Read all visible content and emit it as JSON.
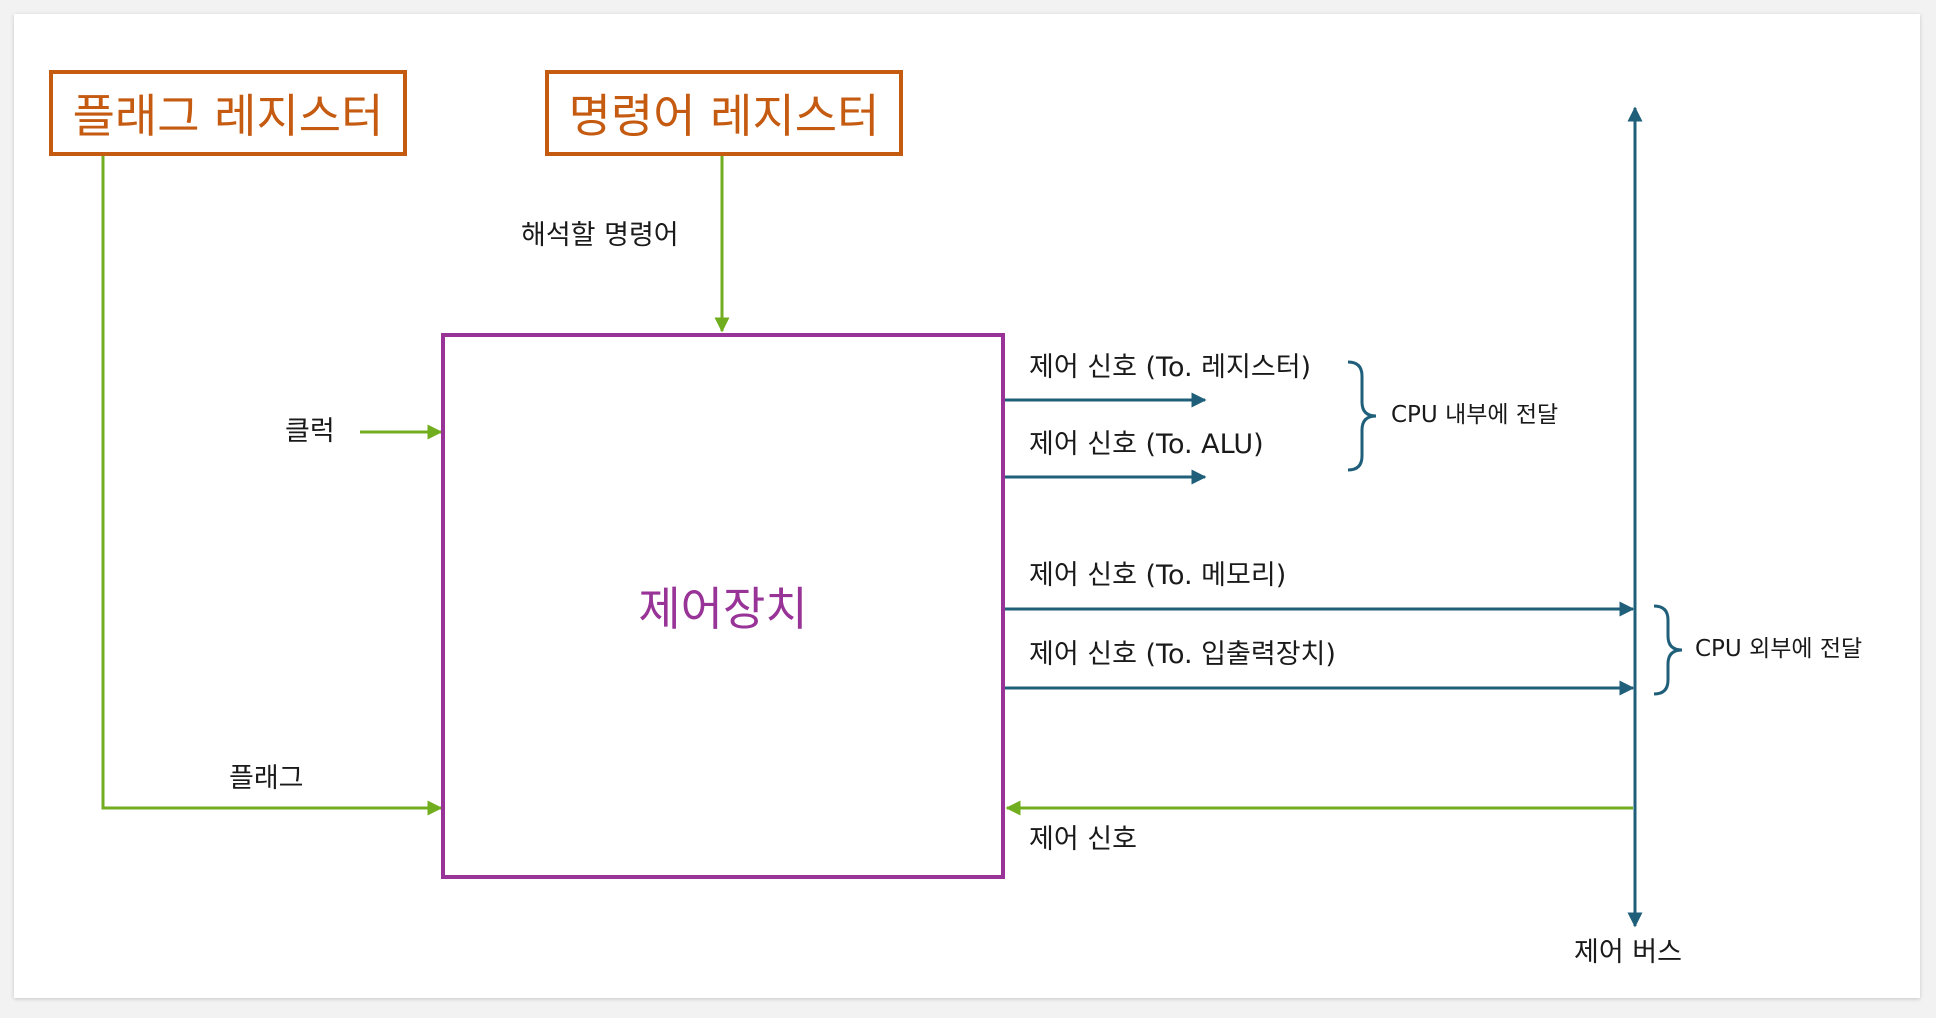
{
  "diagram": {
    "flag_register": "플래그 레지스터",
    "instruction_register": "명령어 레지스터",
    "control_unit": "제어장치",
    "labels": {
      "instruction_to_decode": "해석할 명령어",
      "clock": "클럭",
      "flag": "플래그",
      "signal_register": "제어 신호 (To. 레지스터)",
      "signal_alu": "제어 신호 (To. ALU)",
      "signal_memory": "제어 신호 (To. 메모리)",
      "signal_io": "제어 신호 (To. 입출력장치)",
      "signal_in": "제어 신호",
      "inside_cpu": "CPU 내부에 전달",
      "outside_cpu": "CPU 외부에 전달",
      "control_bus": "제어 버스"
    }
  },
  "colors": {
    "register": "#c55a11",
    "control_unit": "#983397",
    "input_arrow": "#70ad1f",
    "output_arrow": "#1f5f7a",
    "text": "#1a1a1a"
  }
}
